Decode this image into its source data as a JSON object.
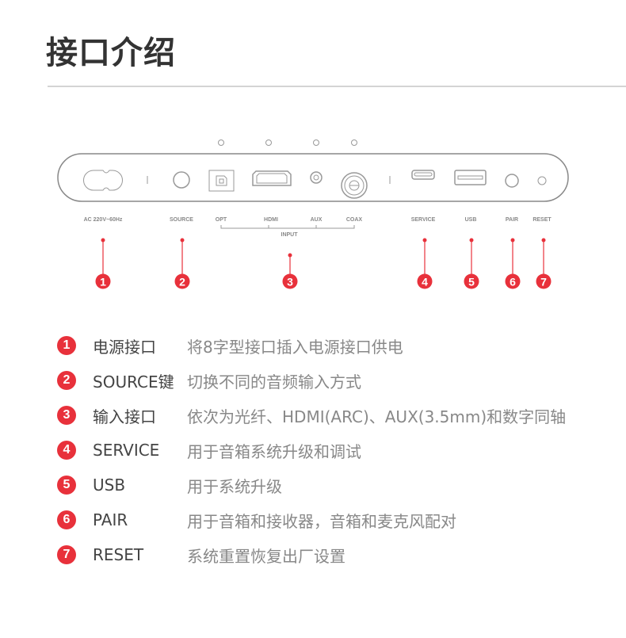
{
  "title": "接口介绍",
  "ports": {
    "ac": "AC 220V~60Hz",
    "source": "SOURCE",
    "opt": "OPT",
    "hdmi": "HDMI",
    "aux": "AUX",
    "coax": "COAX",
    "input": "INPUT",
    "service": "SERVICE",
    "usb": "USB",
    "pair": "PAIR",
    "reset": "RESET"
  },
  "markers": [
    "1",
    "2",
    "3",
    "4",
    "5",
    "6",
    "7"
  ],
  "items": [
    {
      "num": "1",
      "label": "电源接口",
      "desc": "将8字型接口插入电源接口供电"
    },
    {
      "num": "2",
      "label": "SOURCE键",
      "desc": "切换不同的音频输入方式"
    },
    {
      "num": "3",
      "label": "输入接口",
      "desc": "依次为光纤、HDMI(ARC)、AUX(3.5mm)和数字同轴"
    },
    {
      "num": "4",
      "label": "SERVICE",
      "desc": "用于音箱系统升级和调试"
    },
    {
      "num": "5",
      "label": "USB",
      "desc": "用于系统升级"
    },
    {
      "num": "6",
      "label": "PAIR",
      "desc": "用于音箱和接收器，音箱和麦克风配对"
    },
    {
      "num": "7",
      "label": "RESET",
      "desc": "系统重置恢复出厂设置"
    }
  ],
  "colors": {
    "accent": "#e8313b"
  }
}
